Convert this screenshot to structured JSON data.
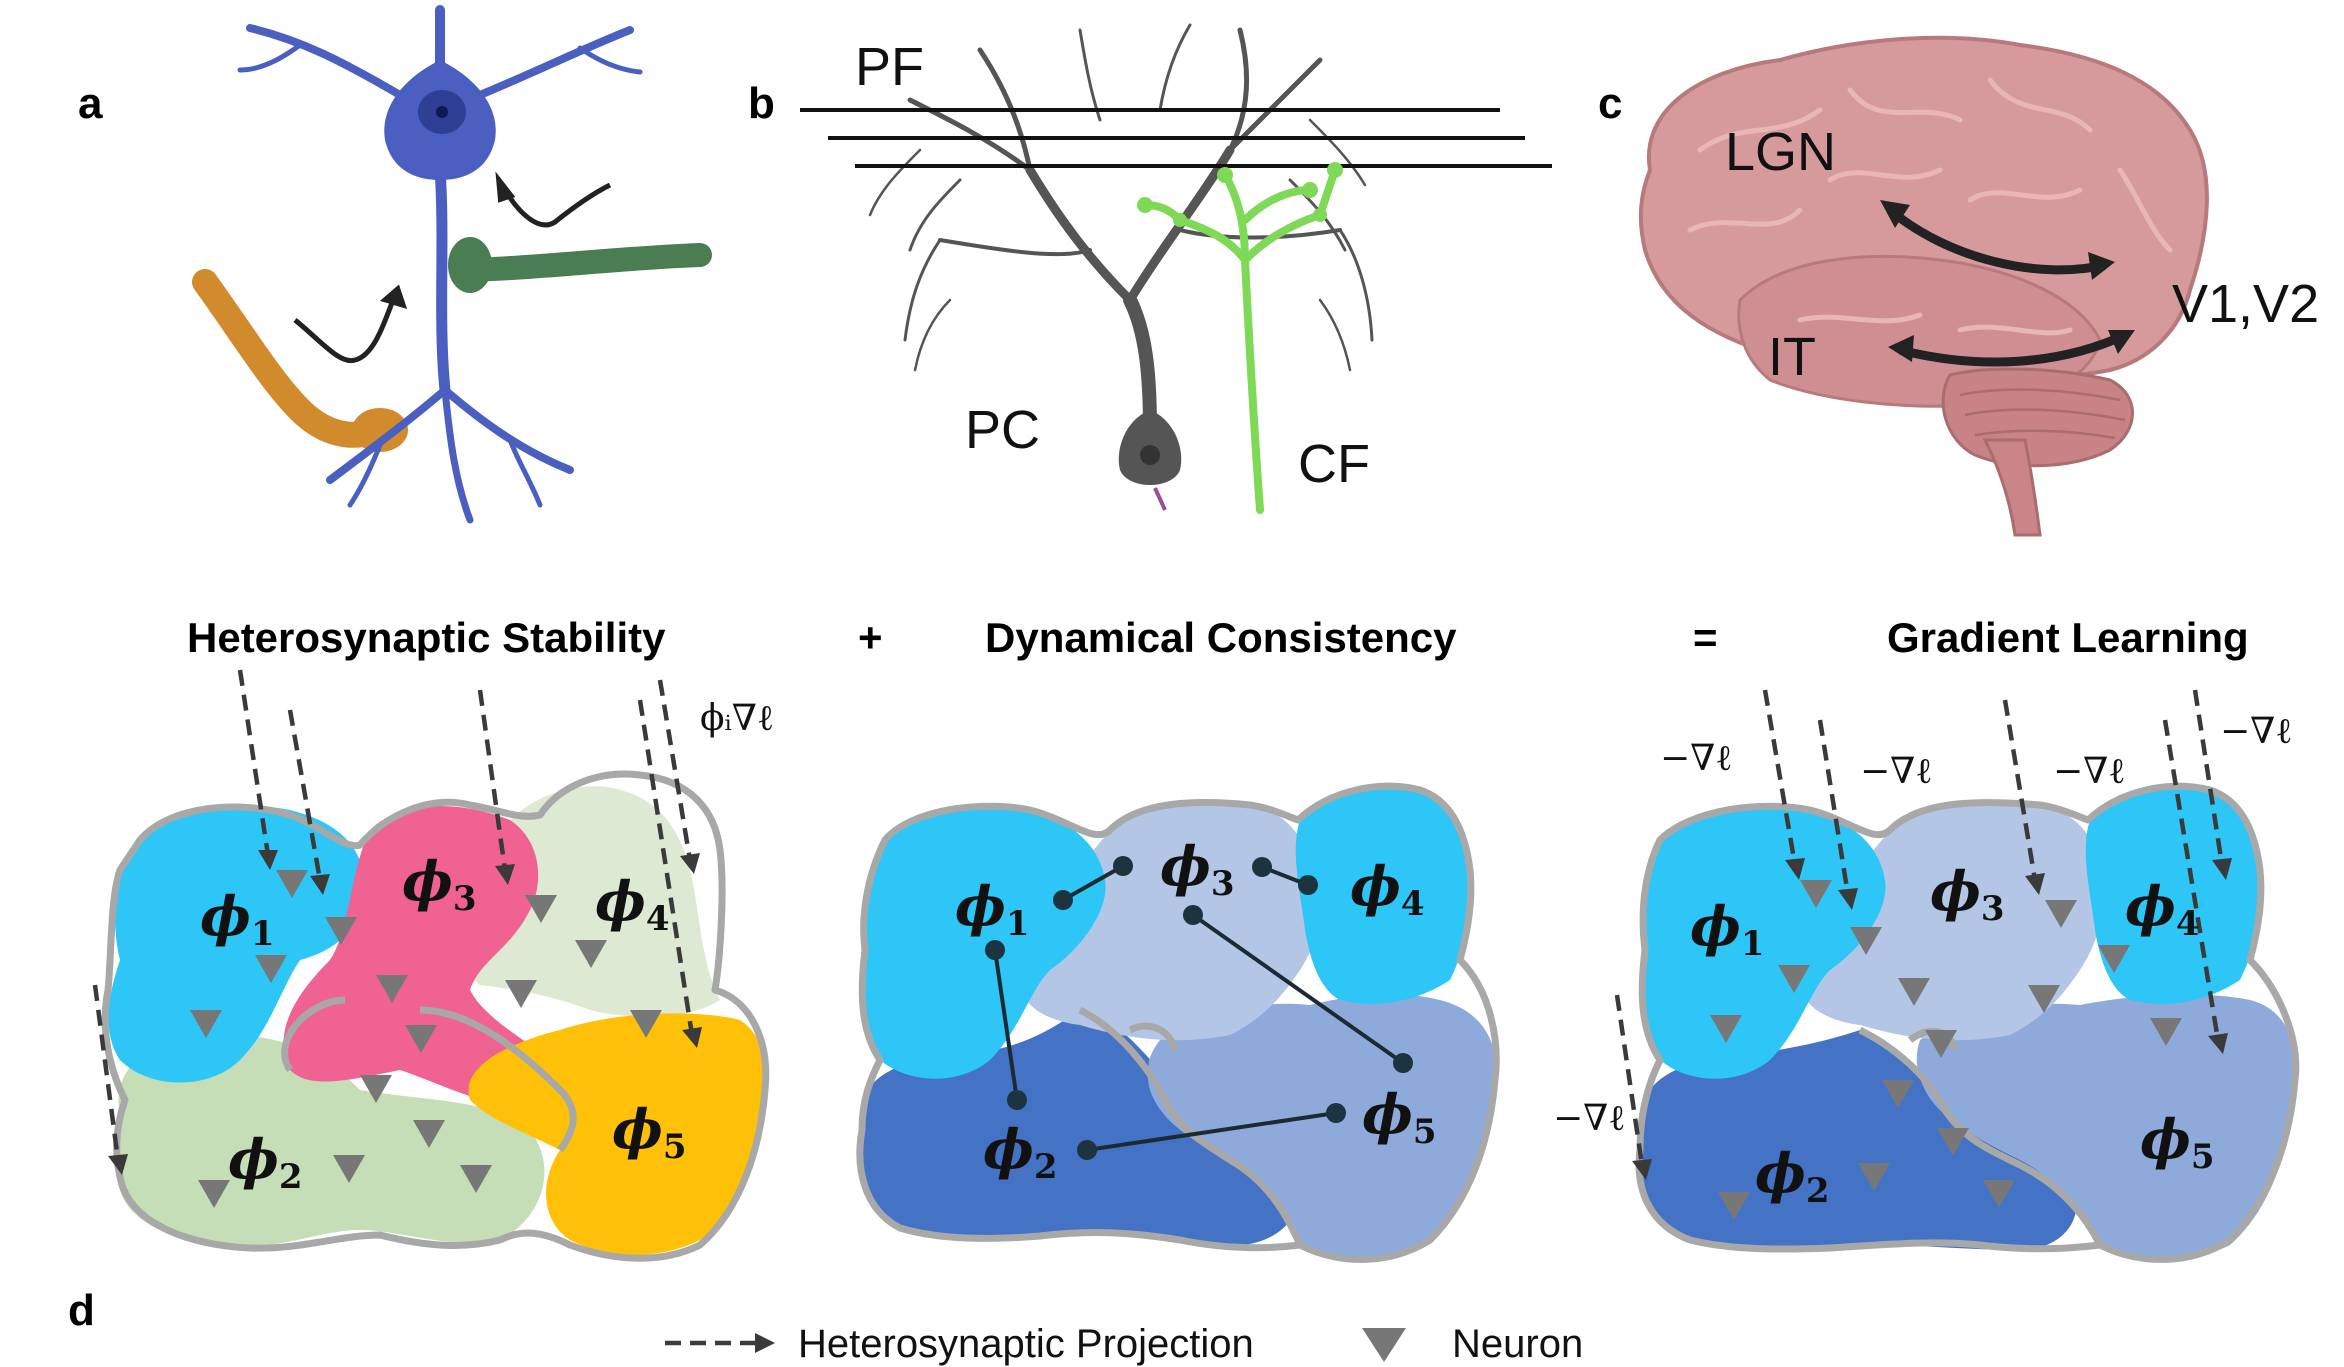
{
  "panels": {
    "a": {
      "letter": "a"
    },
    "b": {
      "letter": "b",
      "pf": "PF",
      "pc": "PC",
      "cf": "CF"
    },
    "c": {
      "letter": "c",
      "lgn": "LGN",
      "v1v2": "V1,V2",
      "it": "IT"
    },
    "d": {
      "letter": "d"
    }
  },
  "titles": {
    "left": "Heterosynaptic Stability",
    "plus": "+",
    "middle": "Dynamical Consistency",
    "equals": "=",
    "right": "Gradient Learning"
  },
  "phi": {
    "symbol": "ϕ",
    "s1": "1",
    "s2": "2",
    "s3": "3",
    "s4": "4",
    "s5": "5"
  },
  "annotations": {
    "phi_grad": "ϕᵢ∇ℓ",
    "neg_grad": "−∇ℓ"
  },
  "legend": {
    "projection": "Heterosynaptic Projection",
    "neuron": "Neuron"
  },
  "colors": {
    "cyan": "#2ec6f7",
    "pink": "#f06292",
    "light_green": "#dde9d3",
    "mid_green": "#c6deb8",
    "orange": "#ffc107",
    "light_blue": "#b3c6e6",
    "dark_blue": "#4472c4",
    "mid_blue": "#8eaadb",
    "neuron_blue": "#4a5fbf",
    "parallel_fiber_green": "#7ed957",
    "brain_pink": "#d69a9c",
    "axon_orange": "#d18b2c",
    "axon_green": "#4a7d52"
  }
}
